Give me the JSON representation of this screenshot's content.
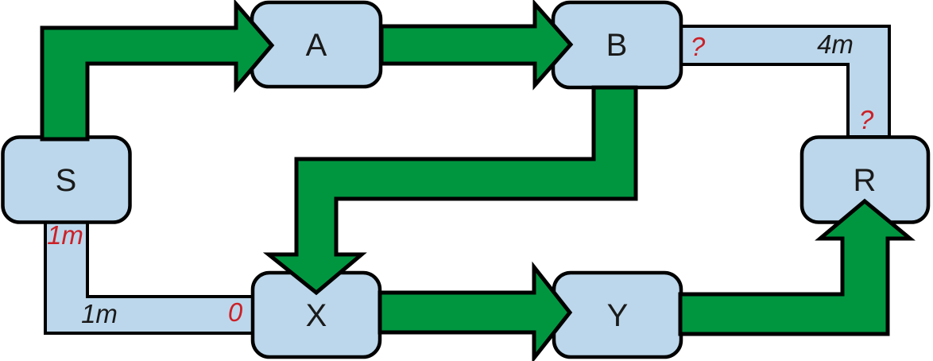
{
  "colors": {
    "background": "#ffffff",
    "node_fill": "#bcd7eb",
    "pipe_fill": "#bcd7eb",
    "arrow_green": "#009640",
    "outline_black": "#000000",
    "text_dark": "#1a1a1a",
    "text_red": "#cc2027"
  },
  "nodes": [
    {
      "id": "S",
      "label": "S"
    },
    {
      "id": "A",
      "label": "A"
    },
    {
      "id": "B",
      "label": "B"
    },
    {
      "id": "R",
      "label": "R"
    },
    {
      "id": "X",
      "label": "X"
    },
    {
      "id": "Y",
      "label": "Y"
    }
  ],
  "arrows": [
    {
      "id": "s-to-a",
      "from": "S",
      "to": "A"
    },
    {
      "id": "a-to-b",
      "from": "A",
      "to": "B"
    },
    {
      "id": "b-to-x",
      "from": "B",
      "to": "X"
    },
    {
      "id": "x-to-y",
      "from": "X",
      "to": "Y"
    },
    {
      "id": "y-to-r",
      "from": "Y",
      "to": "R"
    }
  ],
  "pipes": [
    {
      "id": "b-to-r",
      "from": "B",
      "to": "R"
    },
    {
      "id": "s-to-x",
      "from": "S",
      "to": "X"
    }
  ],
  "labels": [
    {
      "id": "s-pipe-upper-cost",
      "text": "1m",
      "color": "red"
    },
    {
      "id": "s-pipe-lower-cost",
      "text": "1m",
      "color": "dark"
    },
    {
      "id": "x-pipe-cost",
      "text": "0",
      "color": "red"
    },
    {
      "id": "b-pipe-cost",
      "text": "?",
      "color": "red"
    },
    {
      "id": "top-right-pipe-cost",
      "text": "4m",
      "color": "dark"
    },
    {
      "id": "r-pipe-cost",
      "text": "?",
      "color": "red"
    }
  ]
}
